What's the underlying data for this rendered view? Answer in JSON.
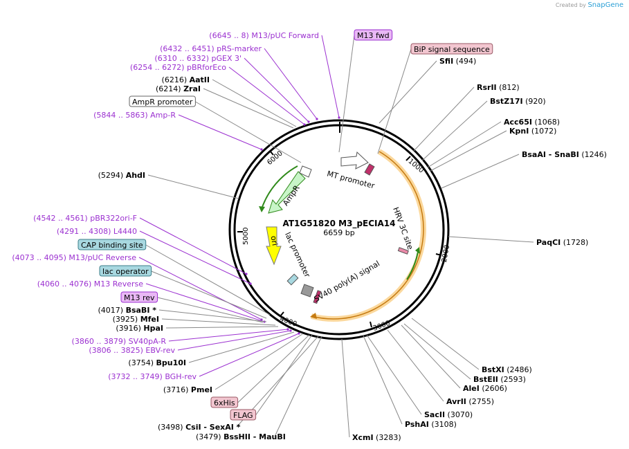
{
  "credit": {
    "prefix": "Created by",
    "brand": "SnapGene"
  },
  "plasmid": {
    "name": "AT1G51820 M3_pECIA14",
    "length": "6659 bp"
  },
  "ticks": [
    "1000",
    "2000",
    "3000",
    "4000",
    "5000",
    "6000"
  ],
  "inner_labels": {
    "mt_promoter": "MT promoter",
    "hrv": "HRV 3C site",
    "sv40": "SV40 poly(A) signal",
    "lac": "lac promoter",
    "ori": "ori",
    "ampr": "AmpR"
  },
  "labels": [
    {
      "id": "m13-pUC-fwd",
      "range": "(6645 .. 8)",
      "name": "M13/pUC Forward",
      "style": "purple"
    },
    {
      "id": "m13-fwd",
      "name": "M13 fwd",
      "style": "box",
      "fill": "#e9b8f5",
      "stroke": "#9b30d0"
    },
    {
      "id": "bip",
      "name": "BiP signal sequence",
      "style": "box",
      "fill": "#f2c6d0",
      "stroke": "#9a5a66"
    },
    {
      "id": "pRS",
      "range": "(6432 .. 6451)",
      "name": "pRS-marker",
      "style": "purple"
    },
    {
      "id": "pGEX",
      "range": "(6310 .. 6332)",
      "name": "pGEX 3'",
      "style": "purple"
    },
    {
      "id": "pBRforEco",
      "range": "(6254 .. 6272)",
      "name": "pBRforEco",
      "style": "purple"
    },
    {
      "id": "AatII",
      "range": "(6216)",
      "name": "AatII",
      "style": "black"
    },
    {
      "id": "ZraI",
      "range": "(6214)",
      "name": "ZraI",
      "style": "black"
    },
    {
      "id": "ampr-prom",
      "name": "AmpR promoter",
      "style": "box",
      "fill": "#ffffff",
      "stroke": "#666666"
    },
    {
      "id": "amp-r",
      "range": "(5844 .. 5863)",
      "name": "Amp-R",
      "style": "purple"
    },
    {
      "id": "AhdI",
      "range": "(5294)",
      "name": "AhdI",
      "style": "black"
    },
    {
      "id": "pBR322ori",
      "range": "(4542 .. 4561)",
      "name": "pBR322ori-F",
      "style": "purple"
    },
    {
      "id": "L4440",
      "range": "(4291 .. 4308)",
      "name": "L4440",
      "style": "purple"
    },
    {
      "id": "cap",
      "name": "CAP binding site",
      "style": "box",
      "fill": "#a8d8e0",
      "stroke": "#3c7f8a"
    },
    {
      "id": "m13-pUC-rev",
      "range": "(4073 .. 4095)",
      "name": "M13/pUC Reverse",
      "style": "purple"
    },
    {
      "id": "lacop",
      "name": "lac operator",
      "style": "box",
      "fill": "#a8d8e0",
      "stroke": "#3c7f8a"
    },
    {
      "id": "m13-reverse",
      "range": "(4060 .. 4076)",
      "name": "M13 Reverse",
      "style": "purple"
    },
    {
      "id": "m13-rev",
      "name": "M13 rev",
      "style": "box",
      "fill": "#e9b8f5",
      "stroke": "#9b30d0"
    },
    {
      "id": "BsaBI",
      "range": "(4017)",
      "name": "BsaBI *",
      "style": "black"
    },
    {
      "id": "MfeI",
      "range": "(3925)",
      "name": "MfeI",
      "style": "black"
    },
    {
      "id": "HpaI",
      "range": "(3916)",
      "name": "HpaI",
      "style": "black"
    },
    {
      "id": "SV40pA-R",
      "range": "(3860 .. 3879)",
      "name": "SV40pA-R",
      "style": "purple"
    },
    {
      "id": "EBV-rev",
      "range": "(3806 .. 3825)",
      "name": "EBV-rev",
      "style": "purple"
    },
    {
      "id": "Bpu10I",
      "range": "(3754)",
      "name": "Bpu10I",
      "style": "black"
    },
    {
      "id": "BGH-rev",
      "range": "(3732 .. 3749)",
      "name": "BGH-rev",
      "style": "purple"
    },
    {
      "id": "PmeI",
      "range": "(3716)",
      "name": "PmeI",
      "style": "black"
    },
    {
      "id": "6xHis",
      "name": "6xHis",
      "style": "box",
      "fill": "#f2c6d0",
      "stroke": "#9a5a66"
    },
    {
      "id": "FLAG",
      "name": "FLAG",
      "style": "box",
      "fill": "#f2c6d0",
      "stroke": "#9a5a66"
    },
    {
      "id": "CsiI",
      "range": "(3498)",
      "name": "CsiI",
      "extra": "- SexAI *",
      "style": "black"
    },
    {
      "id": "BssHII",
      "range": "(3479)",
      "name": "BssHII",
      "extra": "- MauBI",
      "style": "black"
    },
    {
      "id": "XcmI",
      "name": "XcmI",
      "range": "(3283)",
      "style": "black-r"
    },
    {
      "id": "PshAI",
      "name": "PshAI",
      "range": "(3108)",
      "style": "black-r"
    },
    {
      "id": "SacII",
      "name": "SacII",
      "range": "(3070)",
      "style": "black-r"
    },
    {
      "id": "AvrII",
      "name": "AvrII",
      "range": "(2755)",
      "style": "black-r"
    },
    {
      "id": "AleI",
      "name": "AleI",
      "range": "(2606)",
      "style": "black-r"
    },
    {
      "id": "BstEII",
      "name": "BstEII",
      "range": "(2593)",
      "style": "black-r"
    },
    {
      "id": "BstXI",
      "name": "BstXI",
      "range": "(2486)",
      "style": "black-r"
    },
    {
      "id": "PaqCI",
      "name": "PaqCI",
      "range": "(1728)",
      "style": "black-r"
    },
    {
      "id": "BsaAI",
      "name": "BsaAI",
      "extra": "- SnaBI",
      "range": "(1246)",
      "style": "black-r"
    },
    {
      "id": "KpnI",
      "name": "KpnI",
      "range": "(1072)",
      "style": "black-r"
    },
    {
      "id": "Acc65I",
      "name": "Acc65I",
      "range": "(1068)",
      "style": "black-r"
    },
    {
      "id": "BstZ17I",
      "name": "BstZ17I",
      "range": "(920)",
      "style": "black-r"
    },
    {
      "id": "RsrII",
      "name": "RsrII",
      "range": "(812)",
      "style": "black-r"
    },
    {
      "id": "SfiI",
      "name": "SfiI",
      "range": "(494)",
      "style": "black-r"
    }
  ],
  "colors": {
    "primer": "#9b30d0",
    "insert": "#f7b84a",
    "ampr": "#c8f5c8",
    "ori": "#ffff00",
    "green_arrow": "#2f8a1a"
  }
}
